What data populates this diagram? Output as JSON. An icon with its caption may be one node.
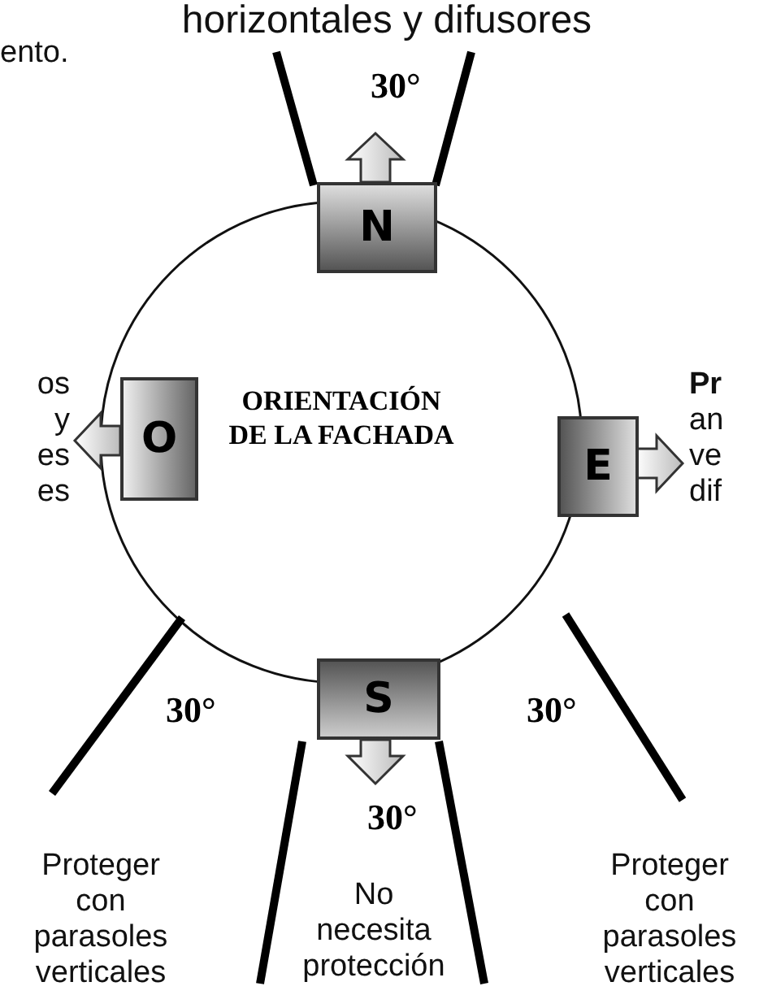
{
  "diagram": {
    "nodes": [
      {
        "text": [
          "ORIENTACIÓN DE LA FACHADA"
        ]
      },
      {
        "text": [
          "N"
        ]
      },
      {
        "text": [
          "O"
        ]
      },
      {
        "text": [
          "E"
        ]
      },
      {
        "text": [
          "S"
        ]
      }
    ],
    "labels": [
      "ento.",
      "horizontales y difusores",
      "30°",
      "os y es es",
      "**Pr** an ve dif",
      "30°",
      "30°",
      "30°",
      "Proteger con parasoles verticales",
      "No necesita protección",
      "Proteger con parasoles verticales"
    ]
  }
}
